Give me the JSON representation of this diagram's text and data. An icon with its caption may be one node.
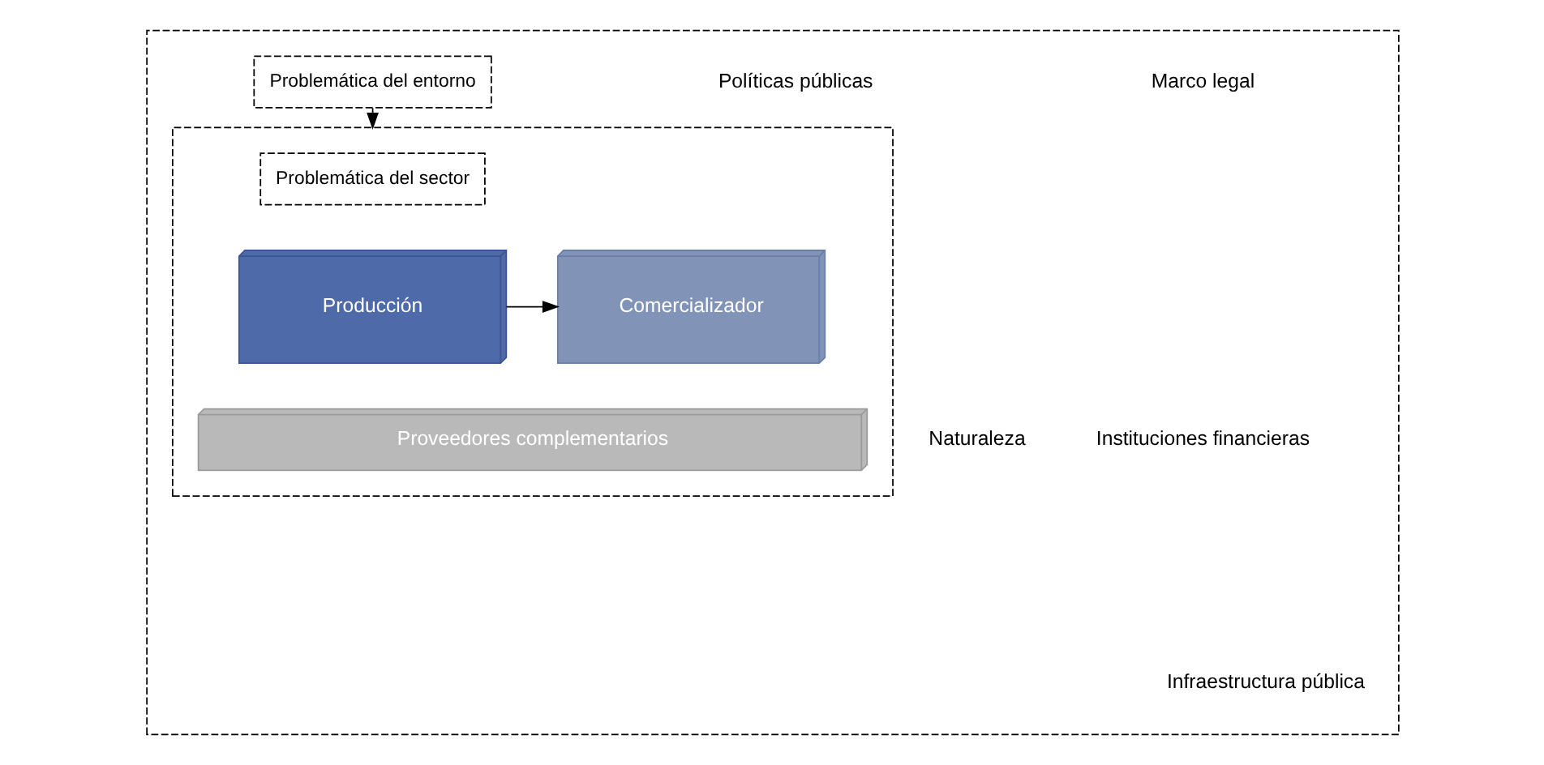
{
  "diagram": {
    "nodes": [
      {
        "text": [],
        "shape": "box"
      },
      {
        "text": [
          "Problemática del entorno"
        ],
        "in": 0
      },
      {
        "text": [],
        "shape": "box",
        "in": 0
      },
      {
        "text": [
          "Problemática del sector"
        ],
        "in": 2
      },
      {
        "text": [
          "Producción"
        ],
        "in": 2
      },
      {
        "text": [
          "Comercializador"
        ],
        "in": 2
      },
      {
        "text": [
          "Proveedores complementarios"
        ],
        "in": 2
      }
    ],
    "edges": [
      {
        "from": 1,
        "to": 2,
        "arrow": "to"
      },
      {
        "from": 4,
        "to": 5,
        "arrow": "to"
      }
    ],
    "labels": [
      "Marco legal",
      "Políticas públicas",
      "Naturaleza",
      "Instituciones financieras",
      "Infraestructura pública"
    ]
  }
}
